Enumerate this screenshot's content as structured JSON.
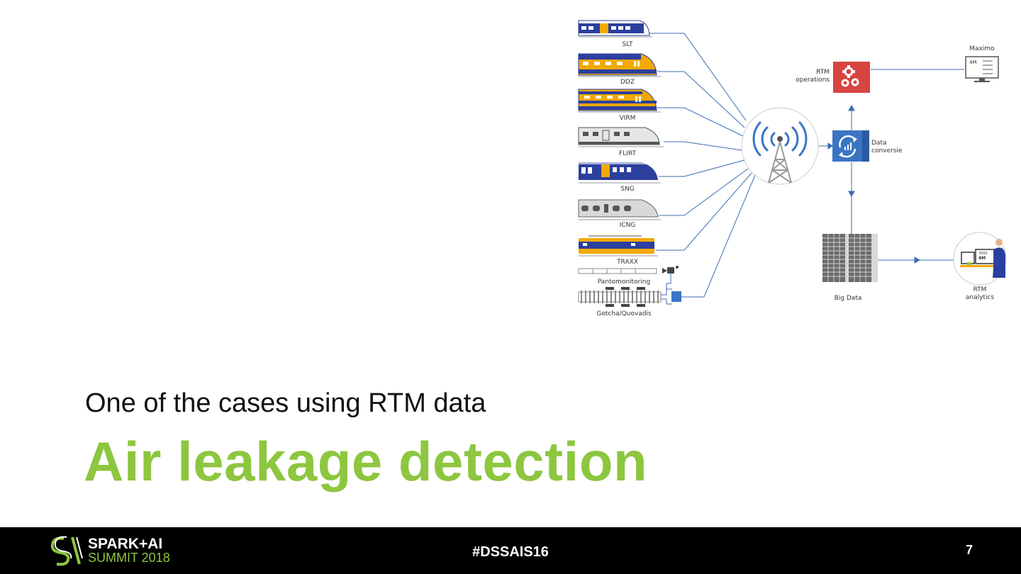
{
  "diagram": {
    "trains": [
      "SLT",
      "DDZ",
      "VIRM",
      "FLIRT",
      "SNG",
      "ICNG",
      "TRAXX"
    ],
    "sensors": [
      "Pantomonitoring",
      "Gotcha/Quovadis"
    ],
    "nodes": {
      "rtm_operations": "RTM operations",
      "data_conversie": "Data conversie",
      "maximo": "Maximo",
      "maximo_badge": "4M",
      "big_data": "Big Data",
      "rtm_analytics": "RTM analytics",
      "analytics_badge": "4M"
    },
    "icons": {
      "antenna": "radio-tower-icon",
      "operations": "gears-icon",
      "conversion": "refresh-chart-icon",
      "maximo": "monitor-icon",
      "big_data": "server-rack-icon",
      "analytics": "analyst-workstation-icon",
      "camera": "camera-icon"
    },
    "colors": {
      "connector": "#3b6db3",
      "operations": "#d64541",
      "conversion": "#3a75c4",
      "ns_yellow": "#f2a900",
      "ns_blue": "#2b3f9e"
    }
  },
  "slide": {
    "subtitle": "One of the cases using RTM data",
    "title": "Air leakage detection",
    "title_color": "#8dc63f"
  },
  "footer": {
    "logo_line1": "SPARK+AI",
    "logo_line2": "SUMMIT 2018",
    "hashtag": "#DSSAIS16",
    "page_number": "7"
  }
}
